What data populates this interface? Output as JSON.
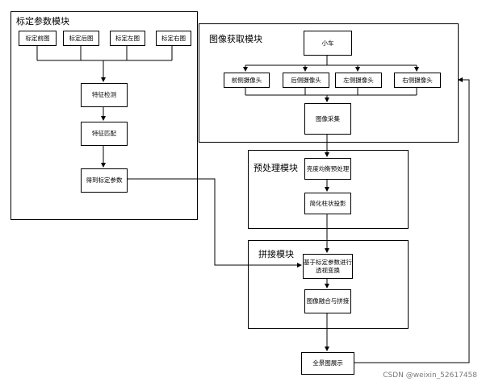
{
  "modules": {
    "calib": "标定参数模块",
    "capture": "图像获取模块",
    "preprocess": "预处理模块",
    "stitch": "拼接模块"
  },
  "nodes": {
    "calib_front": "标定前图",
    "calib_rear": "标定后图",
    "calib_left": "标定左图",
    "calib_right": "标定右图",
    "feature_detect": "特征检测",
    "feature_match": "特征匹配",
    "get_params": "得到标定参数",
    "car": "小车",
    "cam_front": "前侧摄像头",
    "cam_rear": "后侧摄像头",
    "cam_left": "左侧摄像头",
    "cam_right": "右侧摄像头",
    "img_capture": "图像采集",
    "brightness_eq": "亮度均衡预处理",
    "cylinder_proj": "简化柱状投影",
    "persp_transform": "基于标定参数进行透视变换",
    "img_fusion": "图像融合与拼接",
    "panorama": "全景图展示"
  },
  "watermark": "CSDN @weixin_52617458"
}
